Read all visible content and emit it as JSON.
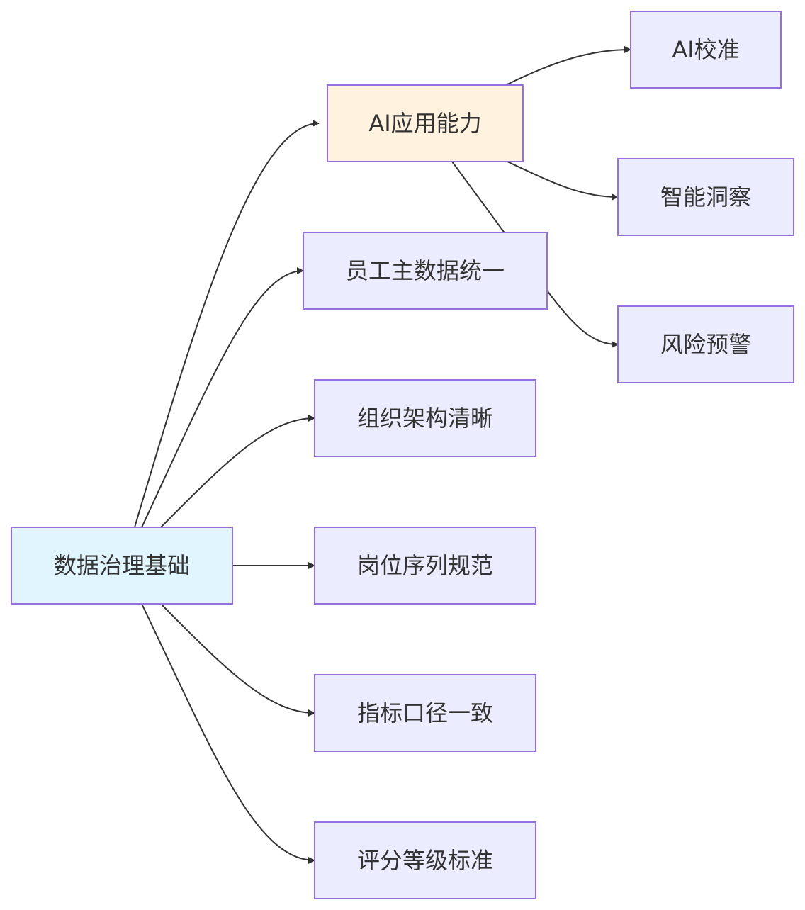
{
  "diagram": {
    "colors": {
      "root_fill": "#e1f5fe",
      "ai_fill": "#fff3e0",
      "default_fill": "#ececff",
      "border": "#9370db",
      "edge": "#333333",
      "text": "#333333"
    },
    "nodes": {
      "root": "数据治理基础",
      "ai_app": "AI应用能力",
      "employee_master": "员工主数据统一",
      "org_structure": "组织架构清晰",
      "position_series": "岗位序列规范",
      "metric_caliber": "指标口径一致",
      "rating_standard": "评分等级标准",
      "ai_calibration": "AI校准",
      "smart_insight": "智能洞察",
      "risk_warning": "风险预警"
    }
  }
}
